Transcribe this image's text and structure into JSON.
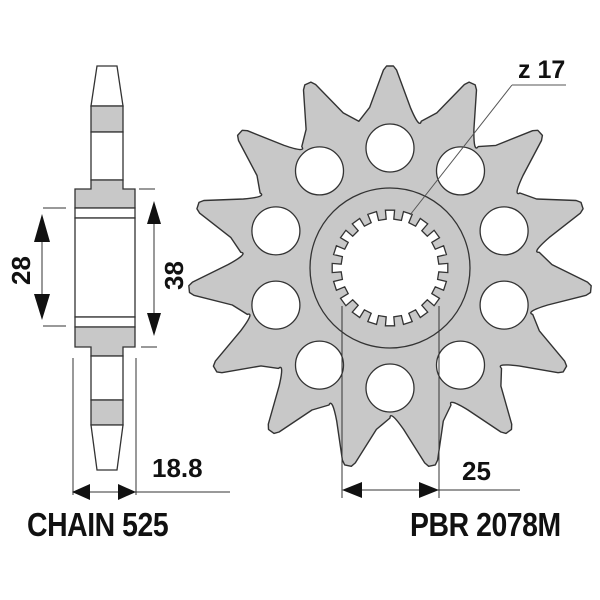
{
  "colors": {
    "fill": "#c8c8c8",
    "stroke": "#333333",
    "text": "#111111",
    "background": "#ffffff"
  },
  "side_view": {
    "dimension_inner": "28",
    "dimension_outer": "38",
    "dimension_width": "18.8"
  },
  "front_view": {
    "teeth_label": "z 17",
    "dimension_spline": "25"
  },
  "footer": {
    "chain": "CHAIN 525",
    "part_number": "PBR 2078M"
  }
}
